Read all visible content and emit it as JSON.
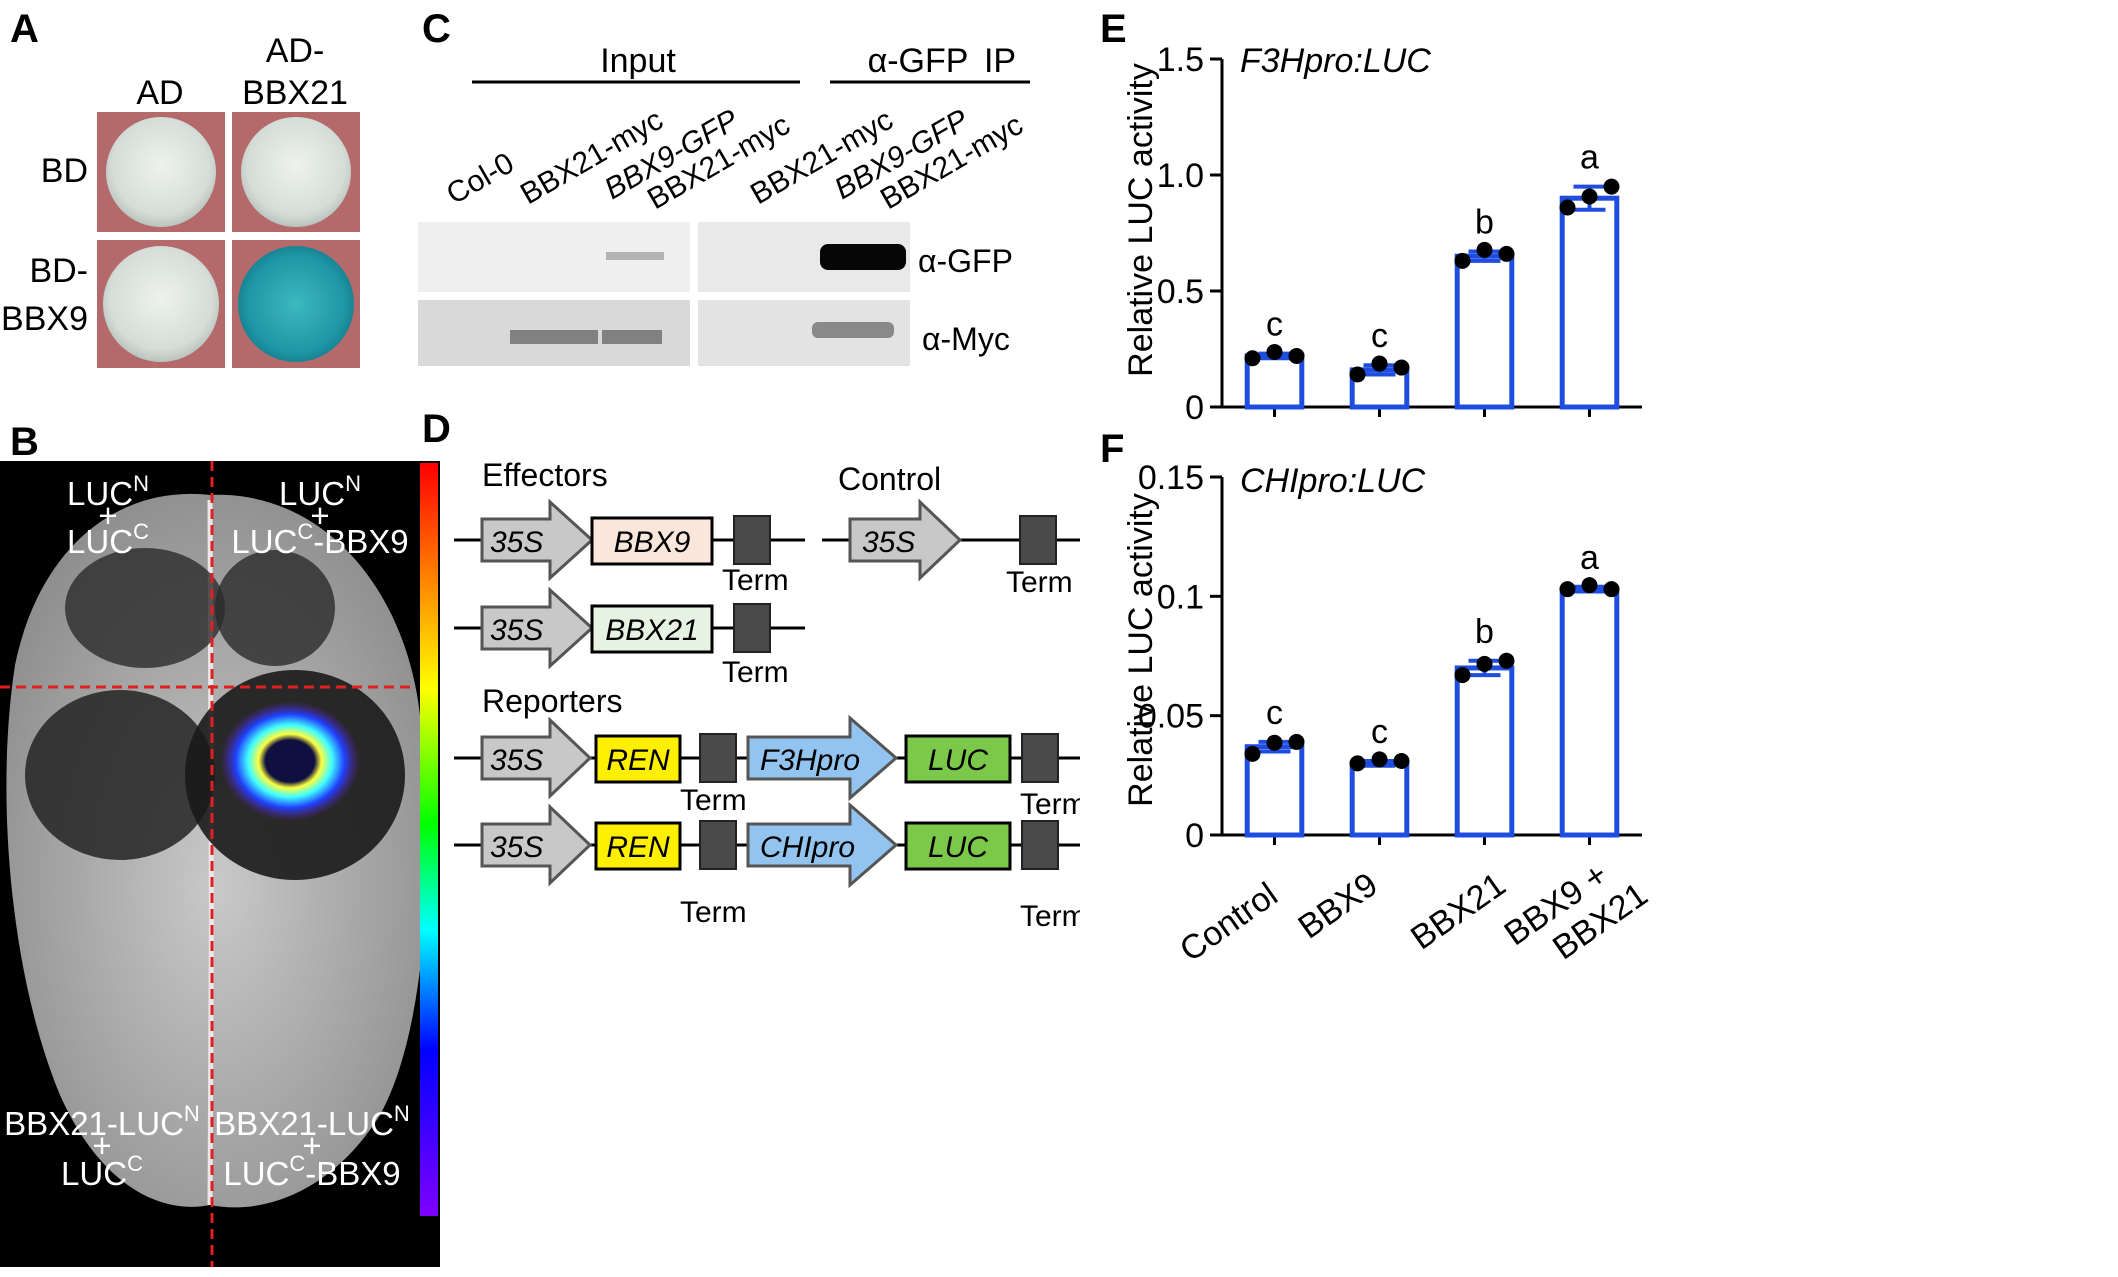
{
  "panels": {
    "A": {
      "letter": "A",
      "col_ad": "AD",
      "col_ad_bbx21_1": "AD-",
      "col_ad_bbx21_2": "BBX21",
      "row_bd": "BD",
      "row_bd_bbx9_1": "BD-",
      "row_bd_bbx9_2": "BBX9"
    },
    "B": {
      "letter": "B",
      "tl_1": "LUC",
      "tl_1_sup": "N",
      "tl_plus": "+",
      "tl_2": "LUC",
      "tl_2_sup": "C",
      "tr_1": "LUC",
      "tr_1_sup": "N",
      "tr_plus": "+",
      "tr_2": "LUC",
      "tr_2_sup": "C",
      "tr_2_suffix": "-BBX9",
      "bl_1": "BBX21-LUC",
      "bl_1_sup": "N",
      "bl_plus": "+",
      "bl_2": "LUC",
      "bl_2_sup": "C",
      "br_1": "BBX21-LUC",
      "br_1_sup": "N",
      "br_plus": "+",
      "br_2": "LUC",
      "br_2_sup": "C",
      "br_2_suffix": "-BBX9"
    },
    "C": {
      "letter": "C",
      "input": "Input",
      "ip_1": "α-GFP",
      "ip_2": "IP",
      "lane_col0": "Col-0",
      "lane_bbx21myc_1": "BBX21-myc",
      "lane_bbx9gfp": "BBX9-GFP",
      "lane_bbx21myc_2": "BBX21-myc",
      "lane_bbx21myc_3": "BBX21-myc",
      "lane_bbx9gfp_2": "BBX9-GFP",
      "lane_bbx21myc_4": "BBX21-myc",
      "blot_gfp": "α-GFP",
      "blot_myc": "α-Myc"
    },
    "D": {
      "letter": "D",
      "effectors": "Effectors",
      "control": "Control",
      "reporters": "Reporters",
      "p35s": "35S",
      "bbx9": "BBX9",
      "bbx21": "BBX21",
      "term": "Term",
      "ren": "REN",
      "f3hpro": "F3Hpro",
      "chipro": "CHIpro",
      "luc": "LUC"
    },
    "E": {
      "letter": "E",
      "title": "F3Hpro:LUC",
      "ylabel": "Relative LUC activity",
      "yticks": [
        "0",
        "0.5",
        "1.0",
        "1.5"
      ]
    },
    "F": {
      "letter": "F",
      "title": "CHIpro:LUC",
      "ylabel": "Relative LUC activity",
      "yticks": [
        "0",
        "0.05",
        "0.1",
        "0.15"
      ],
      "xcats": [
        "Control",
        "BBX9",
        "BBX21",
        "BBX9 +",
        "BBX21"
      ]
    }
  },
  "chart_data": [
    {
      "type": "bar",
      "title": "F3Hpro:LUC",
      "ylabel": "Relative LUC activity",
      "categories": [
        "Control",
        "BBX9",
        "BBX21",
        "BBX9 + BBX21"
      ],
      "values": [
        0.22,
        0.16,
        0.65,
        0.9
      ],
      "errors": [
        0.01,
        0.02,
        0.02,
        0.05
      ],
      "points": [
        [
          0.21,
          0.22,
          0.22
        ],
        [
          0.14,
          0.17,
          0.17
        ],
        [
          0.63,
          0.66,
          0.66
        ],
        [
          0.86,
          0.89,
          0.95
        ]
      ],
      "significance": [
        "c",
        "c",
        "b",
        "a"
      ],
      "ylim": [
        0,
        1.5
      ],
      "bar_color": "#1f4de0"
    },
    {
      "type": "bar",
      "title": "CHIpro:LUC",
      "ylabel": "Relative LUC activity",
      "categories": [
        "Control",
        "BBX9",
        "BBX21",
        "BBX9 + BBX21"
      ],
      "values": [
        0.037,
        0.03,
        0.07,
        0.103
      ],
      "errors": [
        0.002,
        0.001,
        0.003,
        0.001
      ],
      "points": [
        [
          0.034,
          0.037,
          0.039
        ],
        [
          0.03,
          0.03,
          0.031
        ],
        [
          0.067,
          0.07,
          0.073
        ],
        [
          0.103,
          0.103,
          0.103
        ]
      ],
      "significance": [
        "c",
        "c",
        "b",
        "a"
      ],
      "ylim": [
        0,
        0.15
      ],
      "bar_color": "#1f4de0"
    }
  ]
}
